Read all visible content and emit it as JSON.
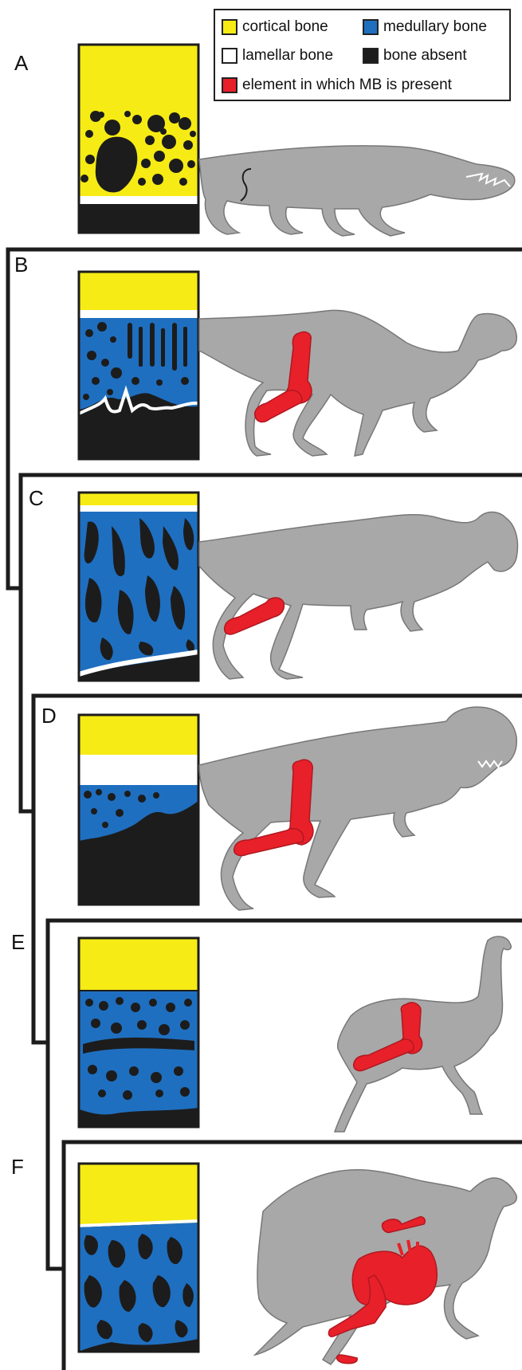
{
  "legend": {
    "items": [
      {
        "label": "cortical bone",
        "color": "#f6eb14",
        "icon": "yellow-square-swatch"
      },
      {
        "label": "medullary bone",
        "color": "#1f6fc0",
        "icon": "blue-square-swatch"
      },
      {
        "label": "lamellar bone",
        "color": "#ffffff",
        "icon": "white-square-swatch"
      },
      {
        "label": "bone absent",
        "color": "#1c1c1c",
        "icon": "black-square-swatch"
      },
      {
        "label": "element in which MB is present",
        "color": "#e8202a",
        "icon": "red-square-swatch"
      }
    ]
  },
  "panels": [
    {
      "id": "A",
      "taxon_icon": "crocodilian-silhouette-icon"
    },
    {
      "id": "B",
      "taxon_icon": "ornithischian-dinosaur-silhouette-icon"
    },
    {
      "id": "C",
      "taxon_icon": "allosaur-silhouette-icon"
    },
    {
      "id": "D",
      "taxon_icon": "tyrannosaur-silhouette-icon"
    },
    {
      "id": "E",
      "taxon_icon": "ratite-bird-silhouette-icon"
    },
    {
      "id": "F",
      "taxon_icon": "flying-bird-silhouette-icon"
    }
  ],
  "colors": {
    "cortical": "#f6eb14",
    "medullary": "#1f6fc0",
    "absent": "#1c1c1c",
    "element": "#e8202a",
    "silhouette": "#a8a8a8"
  }
}
